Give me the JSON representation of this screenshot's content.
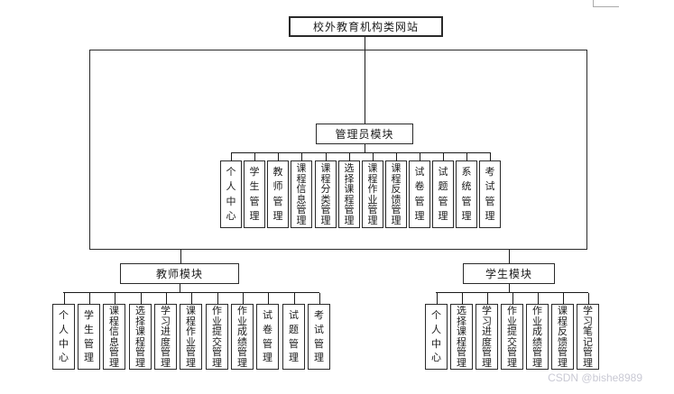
{
  "diagram": {
    "root": {
      "label": "校外教育机构类网站"
    },
    "admin": {
      "label": "管理员模块",
      "children": [
        "个人中心",
        "学生管理",
        "教师管理",
        "课程信息管理",
        "课程分类管理",
        "选择课程管理",
        "课程作业管理",
        "课程反馈管理",
        "试卷管理",
        "试题管理",
        "系统管理",
        "考试管理"
      ]
    },
    "teacher": {
      "label": "教师模块",
      "children": [
        "个人中心",
        "学生管理",
        "课程信息管理",
        "选择课程管理",
        "学习进度管理",
        "课程作业管理",
        "作业提交管理",
        "作业成绩管理",
        "试卷管理",
        "试题管理",
        "考试管理"
      ]
    },
    "student": {
      "label": "学生模块",
      "children": [
        "个人中心",
        "选择课程管理",
        "学习进度管理",
        "作业提交管理",
        "作业成绩管理",
        "课程反馈管理",
        "学习笔记管理"
      ]
    }
  },
  "watermark": {
    "text": "CSDN @bishe8989",
    "color": "#c9c9d4"
  },
  "colors": {
    "line": "#1a1a1a",
    "border": "#2a2a2a",
    "background": "#ffffff"
  }
}
